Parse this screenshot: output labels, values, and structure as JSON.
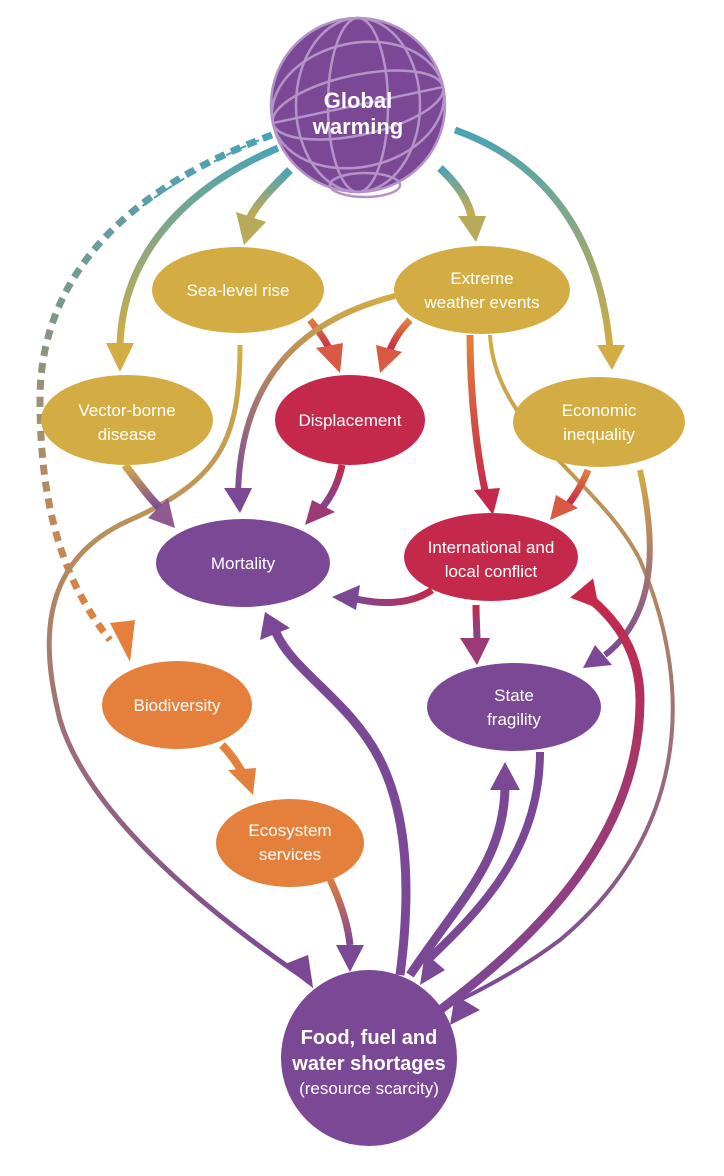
{
  "title": "Climate change impacts and cascading risks",
  "colors": {
    "purple": "#7b4896",
    "gold": "#d3ad43",
    "crimson": "#c4294b",
    "orange": "#e4803b",
    "teal": "#4aa3b5",
    "globe_lines": "#b593c9"
  },
  "nodes": {
    "global_warming": {
      "lines": [
        "Global",
        "warming"
      ],
      "color": "purple",
      "shape": "globe"
    },
    "sea_level_rise": {
      "lines": [
        "Sea-level rise"
      ],
      "color": "gold"
    },
    "extreme_weather": {
      "lines": [
        "Extreme",
        "weather events"
      ],
      "color": "gold"
    },
    "vector_borne": {
      "lines": [
        "Vector-borne",
        "disease"
      ],
      "color": "gold"
    },
    "displacement": {
      "lines": [
        "Displacement"
      ],
      "color": "crimson"
    },
    "economic_inequality": {
      "lines": [
        "Economic",
        "inequality"
      ],
      "color": "gold"
    },
    "mortality": {
      "lines": [
        "Mortality"
      ],
      "color": "purple"
    },
    "conflict": {
      "lines": [
        "International and",
        "local conflict"
      ],
      "color": "crimson"
    },
    "biodiversity": {
      "lines": [
        "Biodiversity"
      ],
      "color": "orange"
    },
    "state_fragility": {
      "lines": [
        "State",
        "fragility"
      ],
      "color": "purple"
    },
    "ecosystem_services": {
      "lines": [
        "Ecosystem",
        "services"
      ],
      "color": "orange"
    },
    "food_shortages": {
      "lines": [
        "Food, fuel and",
        "water shortages"
      ],
      "subline": "(resource scarcity)",
      "color": "purple",
      "shape": "circle"
    }
  },
  "edges": [
    {
      "from": "global_warming",
      "to": "sea_level_rise",
      "style": "thick"
    },
    {
      "from": "global_warming",
      "to": "extreme_weather",
      "style": "thick"
    },
    {
      "from": "global_warming",
      "to": "vector_borne",
      "style": "thick"
    },
    {
      "from": "global_warming",
      "to": "economic_inequality",
      "style": "thick"
    },
    {
      "from": "global_warming",
      "to": "biodiversity",
      "style": "dashed"
    },
    {
      "from": "sea_level_rise",
      "to": "displacement",
      "style": "thick"
    },
    {
      "from": "sea_level_rise",
      "to": "food_shortages",
      "style": "thin"
    },
    {
      "from": "extreme_weather",
      "to": "displacement",
      "style": "thick"
    },
    {
      "from": "extreme_weather",
      "to": "mortality",
      "style": "thin"
    },
    {
      "from": "extreme_weather",
      "to": "conflict",
      "style": "thick"
    },
    {
      "from": "extreme_weather",
      "to": "food_shortages",
      "style": "thin"
    },
    {
      "from": "vector_borne",
      "to": "mortality",
      "style": "thick"
    },
    {
      "from": "displacement",
      "to": "mortality",
      "style": "thick"
    },
    {
      "from": "economic_inequality",
      "to": "conflict",
      "style": "thick"
    },
    {
      "from": "economic_inequality",
      "to": "state_fragility",
      "style": "thin"
    },
    {
      "from": "conflict",
      "to": "mortality",
      "style": "thick"
    },
    {
      "from": "conflict",
      "to": "state_fragility",
      "style": "thick"
    },
    {
      "from": "biodiversity",
      "to": "ecosystem_services",
      "style": "thick"
    },
    {
      "from": "ecosystem_services",
      "to": "food_shortages",
      "style": "thick"
    },
    {
      "from": "food_shortages",
      "to": "mortality",
      "style": "thick"
    },
    {
      "from": "food_shortages",
      "to": "state_fragility",
      "style": "thick"
    },
    {
      "from": "state_fragility",
      "to": "food_shortages",
      "style": "thick"
    },
    {
      "from": "food_shortages",
      "to": "conflict",
      "style": "thick"
    }
  ]
}
